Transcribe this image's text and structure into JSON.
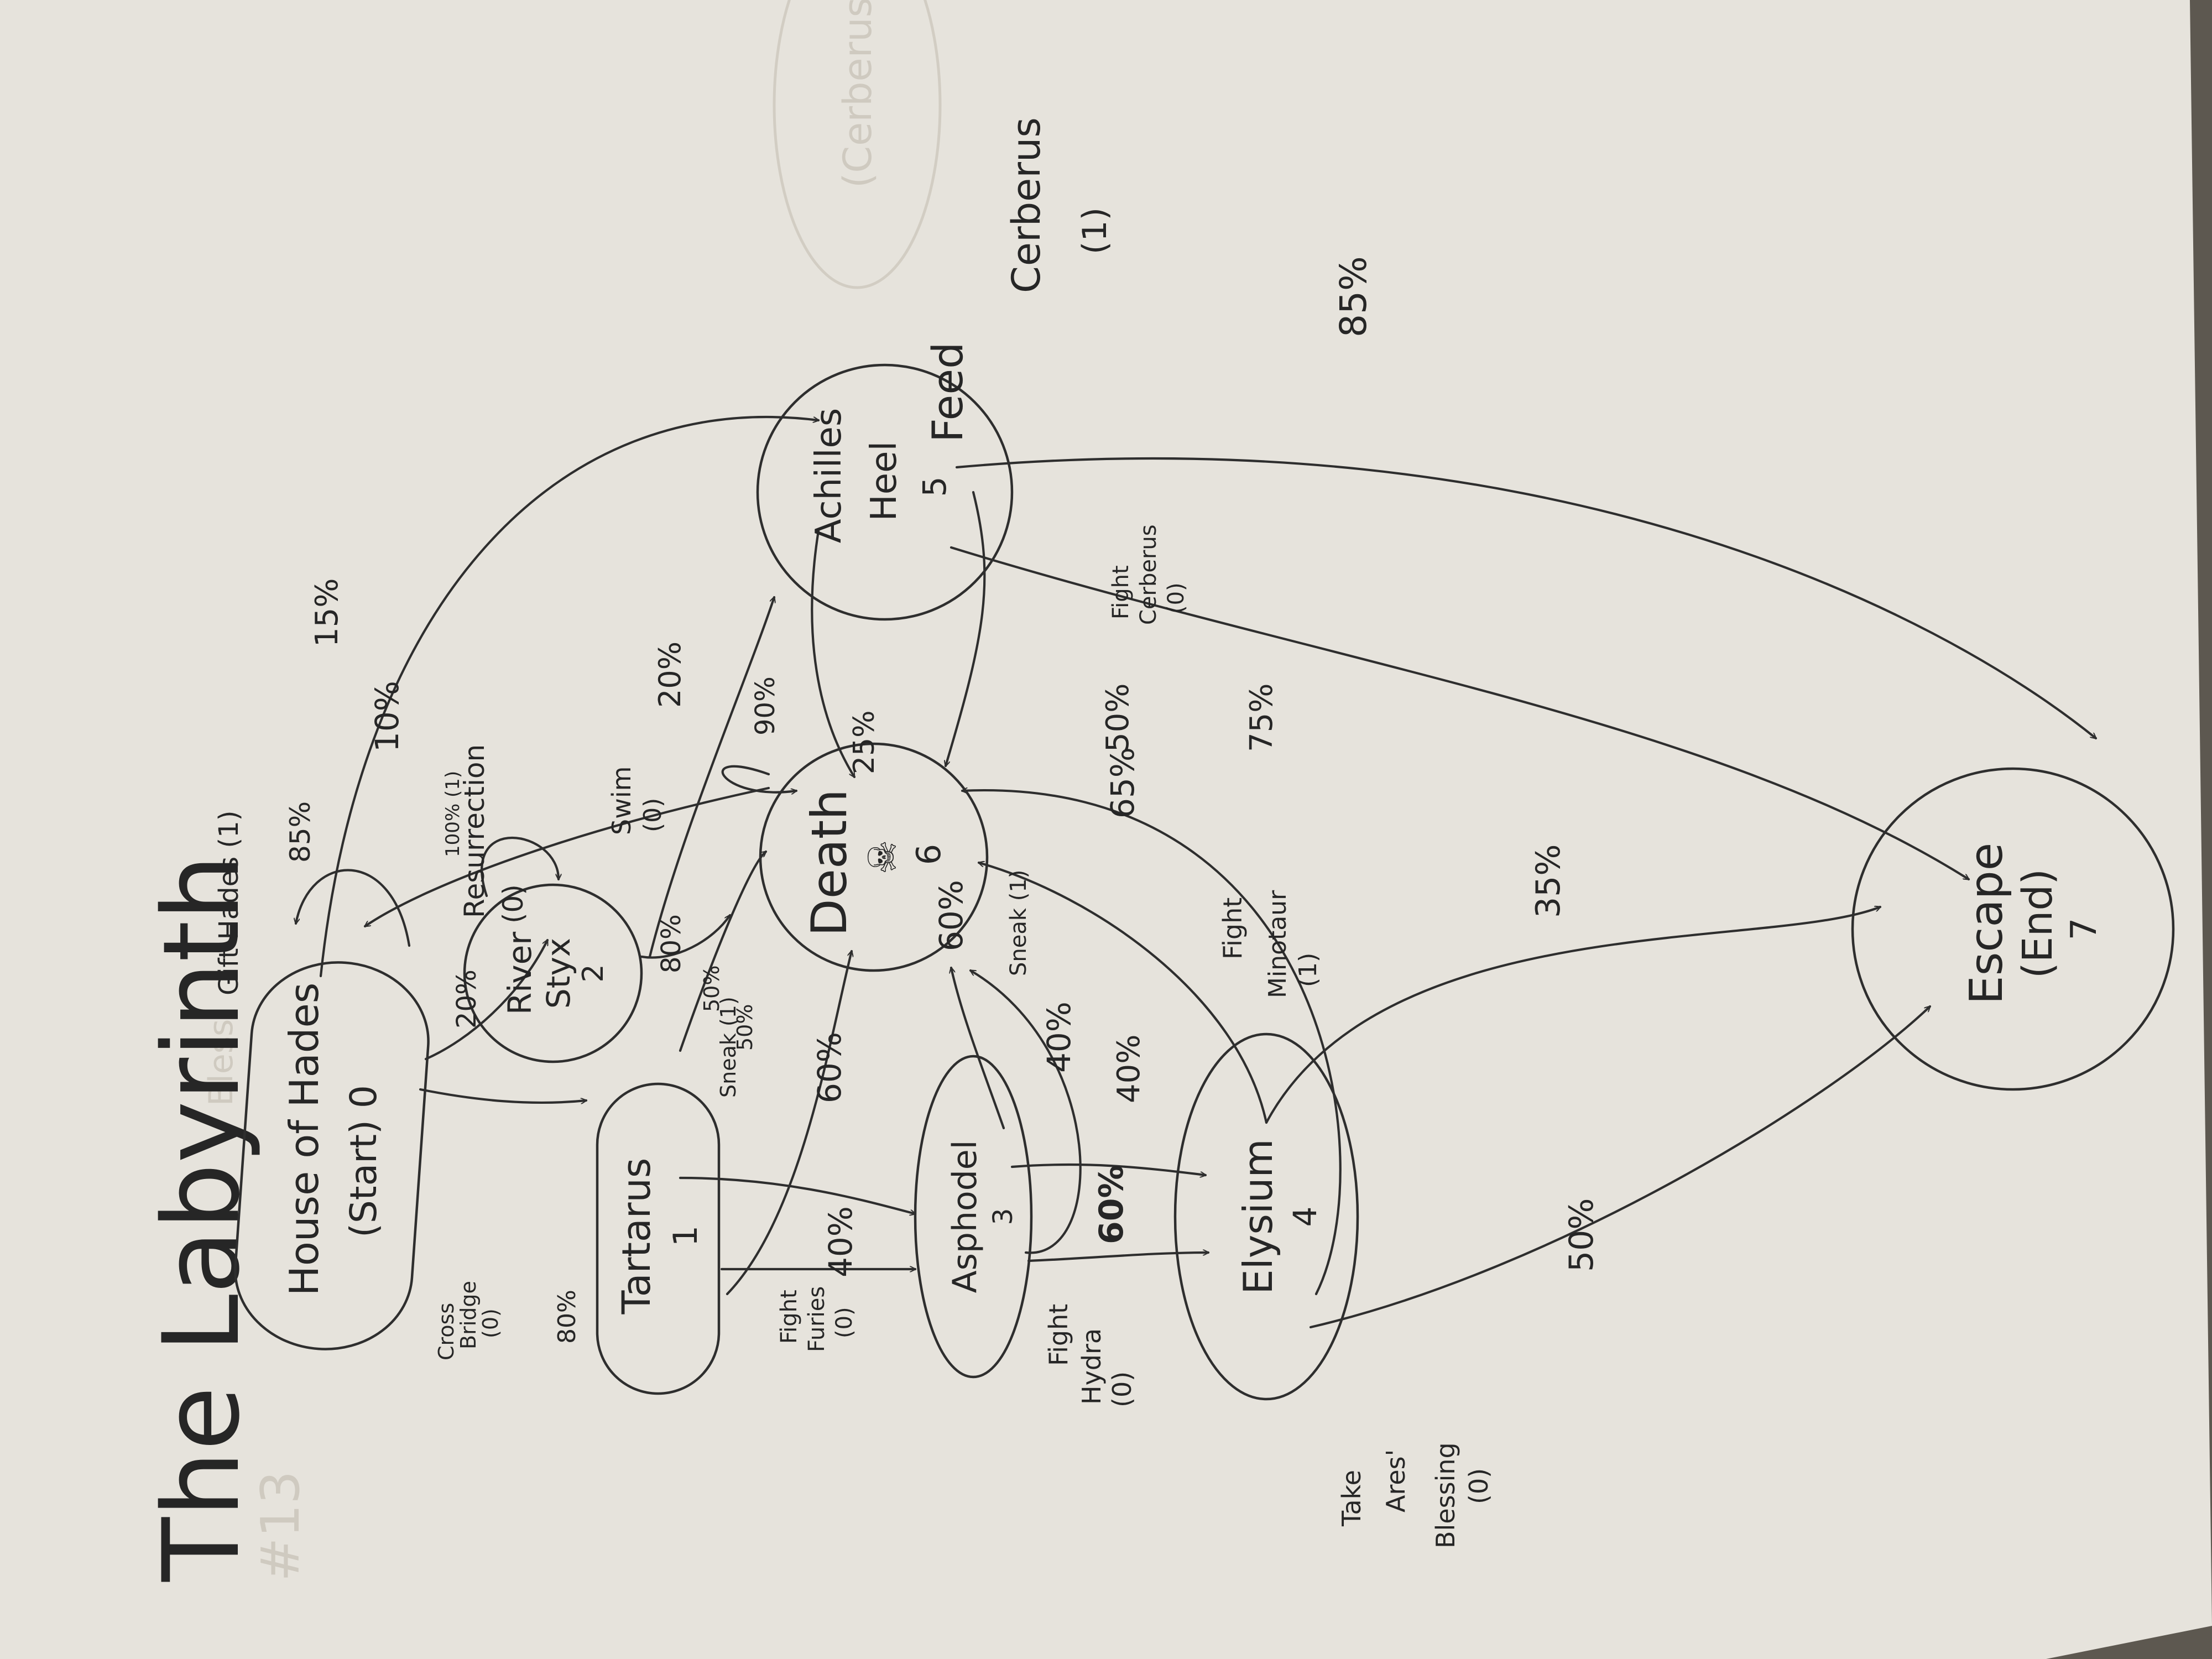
{
  "title": "The Labyrinth",
  "faint_marks": [
    "#13",
    "(Cerberus)",
    "Bless"
  ],
  "colors": {
    "paper": "#e6e3dc",
    "ink": "#2e2e2e",
    "countertop": "#5d5850"
  },
  "nodes": {
    "hades": {
      "lines": [
        "House of Hades",
        "(Start) 0"
      ]
    },
    "tartarus": {
      "lines": [
        "Tartarus",
        "1"
      ]
    },
    "styx": {
      "lines": [
        "River",
        "Styx",
        "2"
      ]
    },
    "asphodel": {
      "lines": [
        "Asphodel",
        "3"
      ]
    },
    "elysium": {
      "lines": [
        "Elysium",
        "4"
      ]
    },
    "achilles": {
      "lines": [
        "Achilles",
        "Heel",
        "5"
      ]
    },
    "death": {
      "lines": [
        "Death",
        "☠",
        "6"
      ]
    },
    "escape": {
      "lines": [
        "Escape",
        "(End)",
        "7"
      ]
    }
  },
  "actions": {
    "gift_hades": "Gift Hades (1)",
    "resurrection": [
      "Resurrection",
      "(0)"
    ],
    "cross_bridge": [
      "Cross",
      "Bridge",
      "(0)"
    ],
    "swim": [
      "Swim",
      "(0)"
    ],
    "sneak_tartarus": "Sneak (1)",
    "sneak_asphodel": "Sneak (1)",
    "fight_furies": [
      "Fight",
      "Furies",
      "(0)"
    ],
    "fight_hydra": [
      "Fight",
      "Hydra",
      "(0)"
    ],
    "fight_minotaur": [
      "Fight",
      "Minotaur",
      "(1)"
    ],
    "take_ares": [
      "Take",
      "Ares'",
      "Blessing",
      "(0)"
    ],
    "feed_cerberus": [
      "Feed",
      "Cerberus",
      "(1)"
    ],
    "fight_cerberus": [
      "Fight",
      "Cerberus",
      "(0)"
    ]
  },
  "probabilities": {
    "hades_loop": "85%",
    "hades_achilles": "15%",
    "death_hades": "10%",
    "hades_styx": "20%",
    "hades_tartarus": "80%",
    "styx_loop": "100% (1)",
    "styx_death": "80%",
    "styx_achilles": "20%",
    "death_loop": "90%",
    "achilles_death": "25%",
    "tartarus_sneak": "50%",
    "tartarus_death_sneak": "50%",
    "tartarus_death_fight": "60%",
    "tartarus_asphodel": "40%",
    "asphodel_death_sneak": "60%",
    "asphodel_elysium_sneak": "40%",
    "asphodel_death_fight": "40%",
    "asphodel_elysium": "60%",
    "elysium_death_minotaur": "65%",
    "elysium_escape_minotaur": "35%",
    "elysium_death_ares": "50%",
    "elysium_escape_ares": "50%",
    "feed_cerberus": "85%",
    "fight_cerberus": "75%"
  }
}
